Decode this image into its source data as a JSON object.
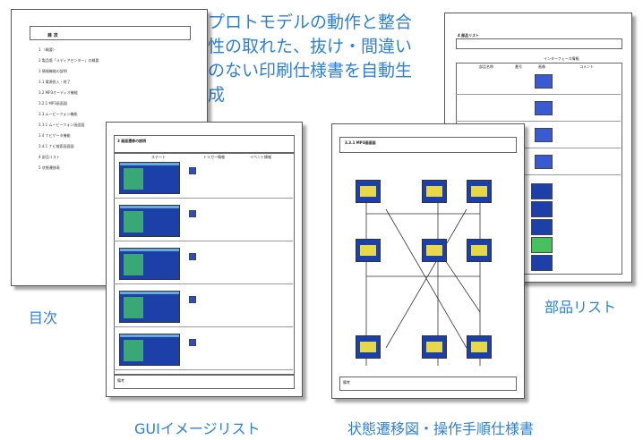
{
  "blurb": "プロトモデルの動作と整合性の取れた、抜け・間違いのない印刷仕様書を自動生成",
  "captions": {
    "toc": "目次",
    "parts": "部品リスト",
    "gui": "GUIイメージリスト",
    "state": "状態遷移図・操作手順仕様書"
  },
  "toc_doc": {
    "title": "目 次",
    "items": [
      "1 〈概要〉",
      "2 製品版「メディアセンター」の概要",
      "3 情報機能の説明",
      "3.1 電源投入・終了",
      "3.2 MP3オーディオ機能",
      "3.2.1 MP3画面図",
      "3.3 ムービーフォン機能",
      "3.3.1 ムービーフォン画面図",
      "3.4 ナビゲータ機能",
      "3.4.1 ナビ検索画面図",
      "4 部品リスト",
      "5 状態遷移表"
    ]
  },
  "parts_doc": {
    "title": "4 部品リスト",
    "col_name": "部品名称",
    "col_no": "番号",
    "col_img": "画像",
    "col_comment": "コメント",
    "col_group": "インターフェース情報"
  },
  "gui_doc": {
    "title": "3 画面遷移の説明",
    "col_state": "ステート",
    "col_trigger": "トリガー情報",
    "col_event": "イベント情報",
    "footer": "備考"
  },
  "state_doc": {
    "title": "3.3.1 MP3画面図",
    "footer": "備考"
  },
  "colors": {
    "accent": "#2f7fd8",
    "screen": "#1d3fa8",
    "panel": "#3aa876"
  }
}
